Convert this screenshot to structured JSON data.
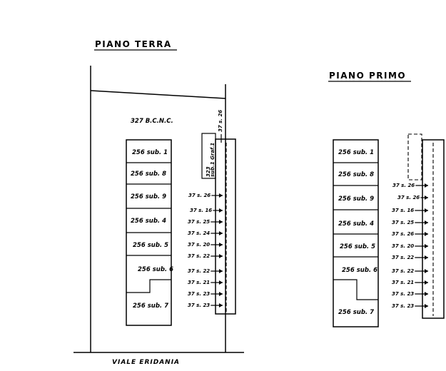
{
  "ground_floor": {
    "title": "PIANO TERRA",
    "parcel": "327  B.C.N.C.",
    "road_label": "37 s. 26",
    "box_label_1": "323",
    "box_label_2": "sub.1 Graf.1",
    "units": [
      "256 sub. 1",
      "256 sub. 8",
      "256 sub. 9",
      "256 sub. 4",
      "256 sub. 5",
      "256 sub. 6",
      "256 sub. 7"
    ],
    "arrows": [
      "37 s. 26",
      "37 s. 16",
      "37 s. 25",
      "37 s. 24",
      "37 s. 20",
      "37 s. 22",
      "37 s. 22",
      "37 s. 21",
      "37 s. 23",
      "37 s. 23"
    ]
  },
  "first_floor": {
    "title": "PIANO  PRIMO",
    "units": [
      "256 sub. 1",
      "256 sub. 8",
      "256 sub. 9",
      "256 sub. 4",
      "256 sub. 5",
      "256 sub. 6",
      "256 sub. 7"
    ],
    "arrows": [
      "37 s. 26",
      "37 s. 26",
      "37 s. 16",
      "37 s. 25",
      "37 s. 26",
      "37 s. 20",
      "37 s. 22",
      "37 s. 22",
      "37 s. 21",
      "37 s. 23",
      "37 s. 23"
    ]
  },
  "street": "VIALE   ERIDANIA"
}
